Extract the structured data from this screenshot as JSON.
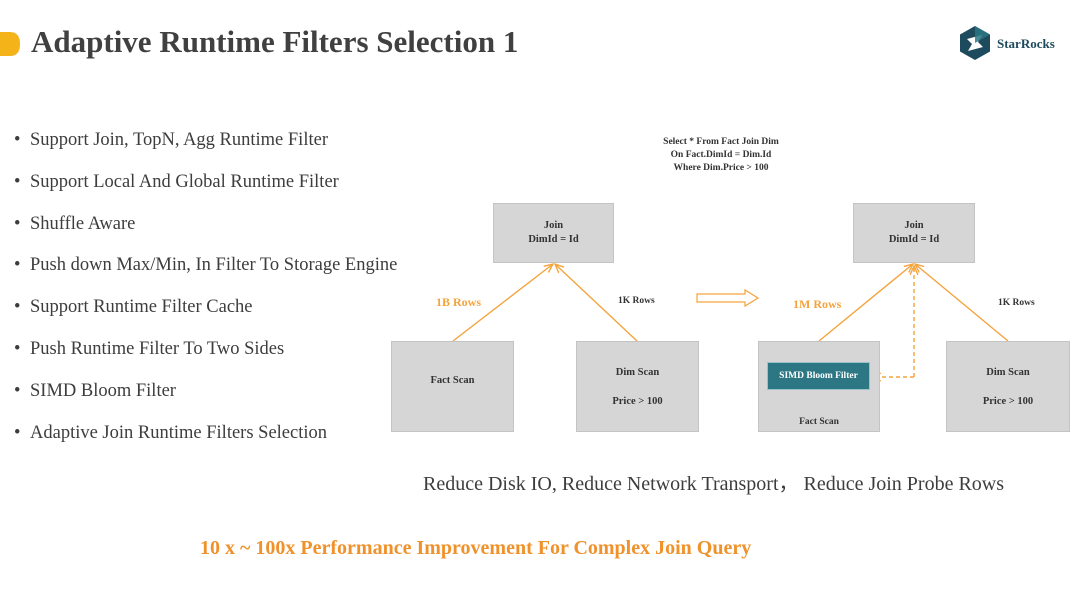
{
  "title": "Adaptive Runtime Filters Selection 1",
  "logo": {
    "text": "StarRocks",
    "mark_colors": [
      "#1e4a5e",
      "#2c7783"
    ]
  },
  "accent_color": "#f5b31a",
  "bullets": [
    "Support Join, TopN, Agg Runtime Filter",
    "Support Local And Global Runtime Filter",
    "Shuffle Aware",
    "Push down Max/Min, In Filter To Storage Engine",
    "Support Runtime Filter Cache",
    "Push Runtime Filter To Two Sides",
    "SIMD Bloom Filter",
    "Adaptive Join Runtime Filters Selection"
  ],
  "sql": [
    "Select * From Fact Join Dim",
    "On Fact.DimId = Dim.Id",
    "Where Dim.Price > 100"
  ],
  "diagram_left": {
    "join": [
      "Join",
      "DimId = Id"
    ],
    "fact_scan": "Fact Scan",
    "dim_scan": [
      "Dim Scan",
      "Price > 100"
    ],
    "fact_rows": "1B Rows",
    "dim_rows": "1K Rows"
  },
  "diagram_right": {
    "join": [
      "Join",
      "DimId = Id"
    ],
    "bloom_filter": "SIMD Bloom Filter",
    "fact_scan": "Fact Scan",
    "dim_scan": [
      "Dim Scan",
      "Price > 100"
    ],
    "fact_rows": "1M Rows",
    "dim_rows": "1K Rows"
  },
  "colors": {
    "arrow": "#f5a33c",
    "box": "#d6d6d6",
    "bloom": "#2c7783",
    "highlight": "#f0922b"
  },
  "reduce_text": "Reduce Disk IO, Reduce Network Transport， Reduce Join Probe Rows",
  "performance_text": "10 x ~ 100x Performance Improvement For Complex Join Query"
}
